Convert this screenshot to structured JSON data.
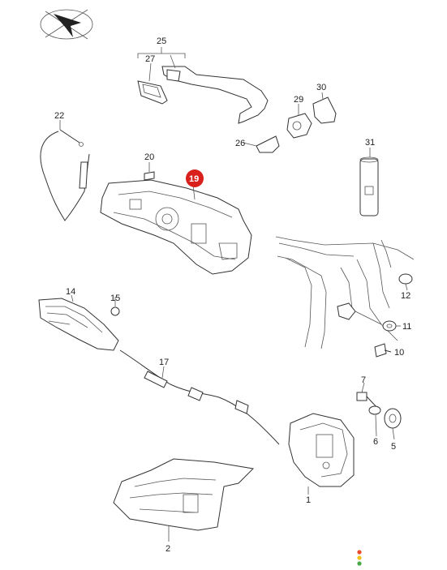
{
  "diagram": {
    "highlight_color": "#d9201c",
    "highlighted_part": "19",
    "labels": [
      "25",
      "27",
      "22",
      "20",
      "19",
      "29",
      "30",
      "26",
      "31",
      "14",
      "15",
      "17",
      "12",
      "11",
      "10",
      "7",
      "6",
      "5",
      "1",
      "2"
    ],
    "dots_colors": [
      "#e94b2a",
      "#f2c21b",
      "#48a848"
    ]
  }
}
